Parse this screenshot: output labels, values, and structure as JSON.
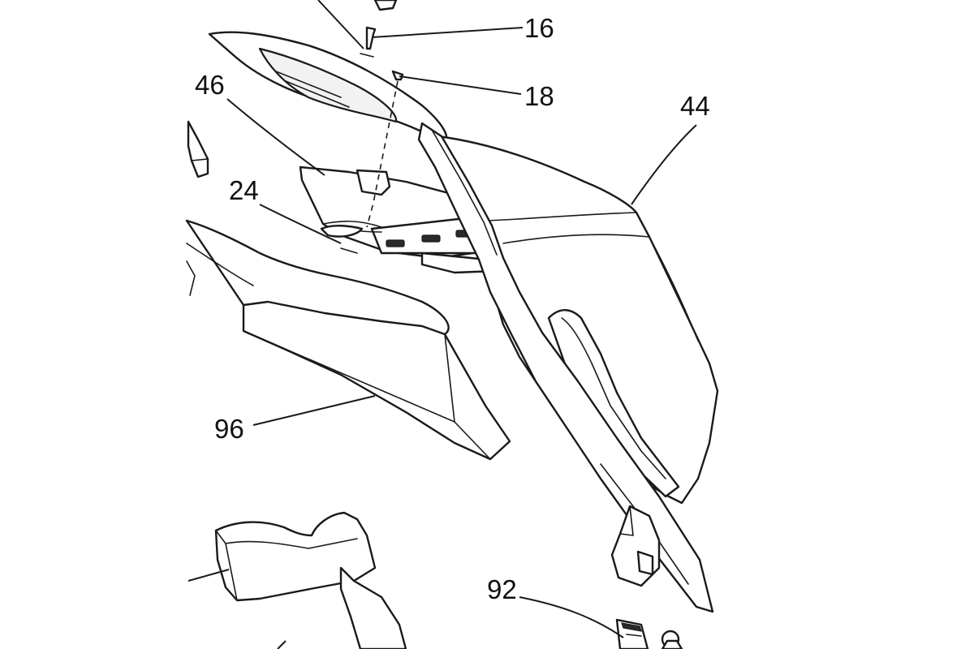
{
  "figure": {
    "background_color": "#ffffff",
    "line_color": "#1a1a1a",
    "reference_numerals": {
      "part_16": "16",
      "part_18": "18",
      "part_44": "44",
      "part_46": "46",
      "part_24": "24",
      "part_96": "96",
      "part_92": "92"
    }
  }
}
